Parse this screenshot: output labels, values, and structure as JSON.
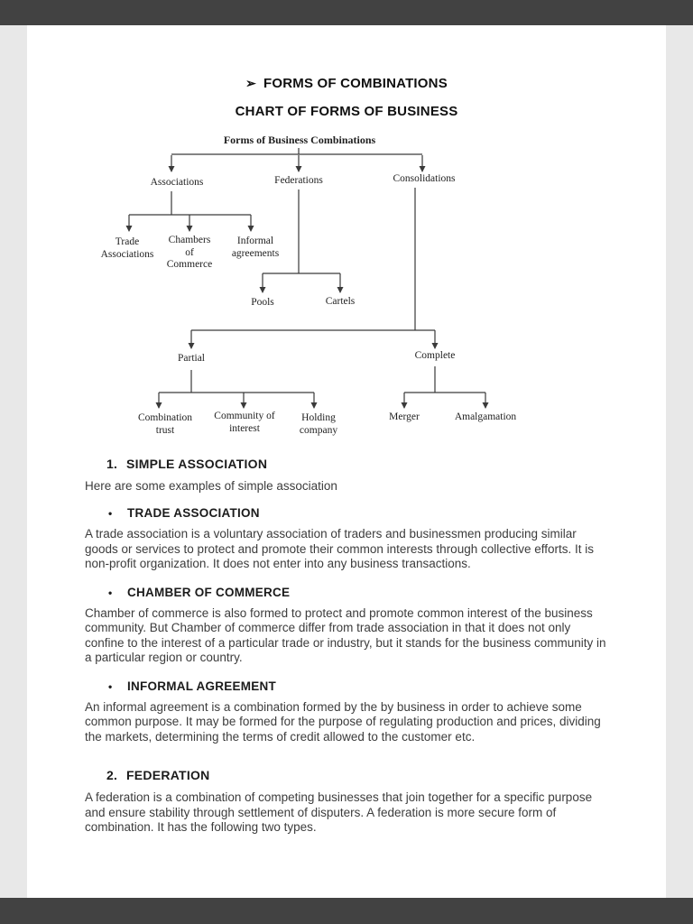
{
  "doc": {
    "bullet_glyph": "➢",
    "title": "FORMS OF COMBINATIONS",
    "subtitle": "CHART OF FORMS OF BUSINESS"
  },
  "diagram": {
    "root": "Forms of Business Combinations",
    "nodes": {
      "associations": "Associations",
      "federations": "Federations",
      "consolidations": "Consolidations",
      "trade_associations": "Trade Associations",
      "chambers_of_commerce": "Chambers of Commerce",
      "informal_agreements": "Informal agreements",
      "pools": "Pools",
      "cartels": "Cartels",
      "partial": "Partial",
      "complete": "Complete",
      "combination_trust": "Combination trust",
      "community_of_interest": "Community of interest",
      "holding_company": "Holding company",
      "merger": "Merger",
      "amalgamation": "Amalgamation"
    }
  },
  "sections": {
    "s1": {
      "number": "1.",
      "title": "SIMPLE ASSOCIATION",
      "intro": "Here are some examples of simple association",
      "items": [
        {
          "bullet": "•",
          "title": "TRADE ASSOCIATION",
          "body": "A trade association is a voluntary association of traders and businessmen producing similar goods or services to protect and promote their common interests through collective efforts. It is non-profit organization. It does not enter into any business transactions."
        },
        {
          "bullet": "•",
          "title": "CHAMBER OF COMMERCE",
          "body": "Chamber of commerce is also formed to protect and promote common interest of the business community. But Chamber of commerce differ from trade association in that it does not only confine to the interest of a particular trade or industry, but it stands for the business community in a particular region or country."
        },
        {
          "bullet": "•",
          "title": "INFORMAL AGREEMENT",
          "body": "An informal agreement is a combination formed by the by business in order to achieve some common purpose. It may be formed for the purpose of regulating production and prices, dividing the markets, determining the terms of credit allowed to the customer etc."
        }
      ]
    },
    "s2": {
      "number": "2.",
      "title": "FEDERATION",
      "body": "A federation is a combination of competing businesses that join together for a specific purpose and ensure stability through settlement of disputers. A federation is more secure form of combination. It has the following two types."
    }
  }
}
